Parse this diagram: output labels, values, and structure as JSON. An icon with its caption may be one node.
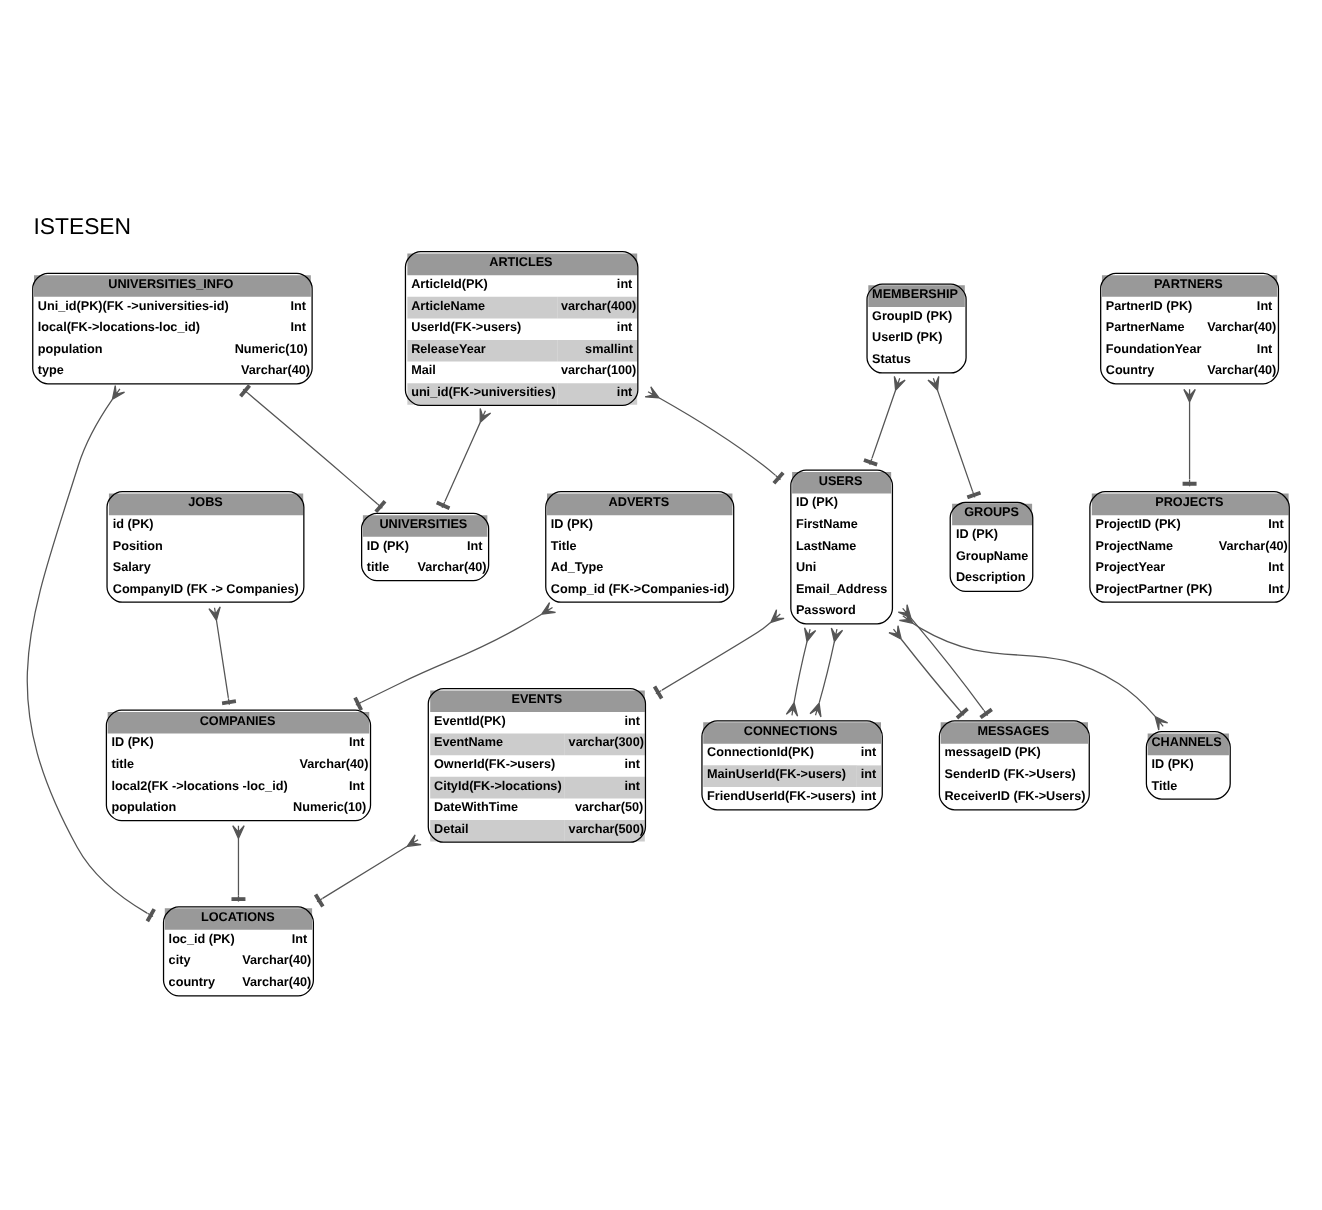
{
  "diagram": {
    "title": "ISTESEN",
    "nodes": [
      {
        "text": [
          "ADVERTS",
          "ID (PK)",
          "Title",
          "Ad_Type",
          "Comp_id (FK->Companies-id)"
        ]
      },
      {
        "text": [
          "UNIVERSITIES_INFO",
          "Uni_id(PK)(FK ->universities-id)",
          "Int",
          "local(FK->locations-loc_id)",
          "Int",
          "population",
          "Numeric(10)",
          "type",
          "Varchar(40)"
        ]
      },
      {
        "text": [
          "UNIVERSITIES",
          "ID (PK)",
          "Int",
          "title",
          "Varchar(40)"
        ]
      },
      {
        "text": [
          "JOBS",
          "id (PK)",
          "Position",
          "Salary",
          "CompanyID (FK -> Companies)"
        ]
      },
      {
        "text": [
          "COMPANIES",
          "ID (PK)",
          "Int",
          "title",
          "Varchar(40)",
          "local2(FK ->locations -loc_id)",
          "Int",
          "population",
          "Numeric(10)"
        ]
      },
      {
        "text": [
          "LOCATIONS",
          "loc_id (PK)",
          "Int",
          "city",
          "Varchar(40)",
          "country",
          "Varchar(40)"
        ]
      },
      {
        "text": [
          "MESSAGES",
          "messageID (PK)",
          "SenderID (FK->Users)",
          "ReceiverID (FK->Users)"
        ]
      },
      {
        "text": [
          "USERS",
          "ID (PK)",
          "FirstName",
          "LastName",
          "Uni",
          "Email_Address",
          "Password"
        ]
      },
      {
        "text": [
          "MEMBERSHIP",
          "GroupID (PK)",
          "UserID (PK)",
          "Status"
        ]
      },
      {
        "text": [
          "GROUPS",
          "ID (PK)",
          "GroupName",
          "Description"
        ]
      },
      {
        "text": [
          "PARTNERS",
          "PartnerID (PK)",
          "Int",
          "PartnerName",
          "Varchar(40)",
          "FoundationYear",
          "Int",
          "Country",
          "Varchar(40)"
        ]
      },
      {
        "text": [
          "PROJECTS",
          "ProjectID (PK)",
          "Int",
          "ProjectName",
          "Varchar(40)",
          "ProjectYear",
          "Int",
          "ProjectPartner (PK)",
          "Int"
        ]
      },
      {
        "text": [
          "ARTICLES",
          "ArticleId(PK)",
          "int",
          "ArticleName",
          "varchar(400)",
          "UserId(FK->users)",
          "int",
          "ReleaseYear",
          "smallint",
          "Mail",
          "varchar(100)",
          "uni_id(FK->universities)",
          "int"
        ]
      },
      {
        "text": [
          "CHANNELS",
          "ID (PK)",
          "Title"
        ]
      },
      {
        "text": [
          "EVENTS",
          "EventId(PK)",
          "int",
          "EventName",
          "varchar(300)",
          "OwnerId(FK->users)",
          "int",
          "CityId(FK->locations)",
          "int",
          "DateWithTime",
          "varchar(50)",
          "Detail",
          "varchar(500)"
        ]
      },
      {
        "text": [
          "CONNECTIONS",
          "ConnectionId(PK)",
          "int",
          "MainUserId(FK->users)",
          "int",
          "FriendUserId(FK->users)",
          "int"
        ]
      }
    ],
    "edges": [
      {
        "from": 0,
        "to": 4,
        "arrow": "other"
      },
      {
        "from": 3,
        "to": 4,
        "arrow": "other"
      },
      {
        "from": 1,
        "to": 2,
        "arrow": "other"
      },
      {
        "from": 1,
        "to": 5,
        "arrow": "other"
      },
      {
        "from": 4,
        "to": 5,
        "arrow": "other"
      },
      {
        "from": 12,
        "to": 2,
        "arrow": "other"
      },
      {
        "from": 14,
        "to": 5,
        "arrow": "other"
      },
      {
        "from": 7,
        "to": 6,
        "arrow": "other"
      },
      {
        "from": 7,
        "to": 6,
        "arrow": "other"
      },
      {
        "from": 7,
        "to": 15,
        "arrow": "other"
      },
      {
        "from": 7,
        "to": 15,
        "arrow": "other"
      },
      {
        "from": 12,
        "to": 7,
        "arrow": "other"
      },
      {
        "from": 8,
        "to": 7,
        "arrow": "other"
      },
      {
        "from": 8,
        "to": 9,
        "arrow": "other"
      },
      {
        "from": 7,
        "to": 13,
        "arrow": "other"
      },
      {
        "from": 7,
        "to": 14,
        "arrow": "other"
      },
      {
        "from": 10,
        "to": 11,
        "arrow": "other"
      }
    ]
  }
}
